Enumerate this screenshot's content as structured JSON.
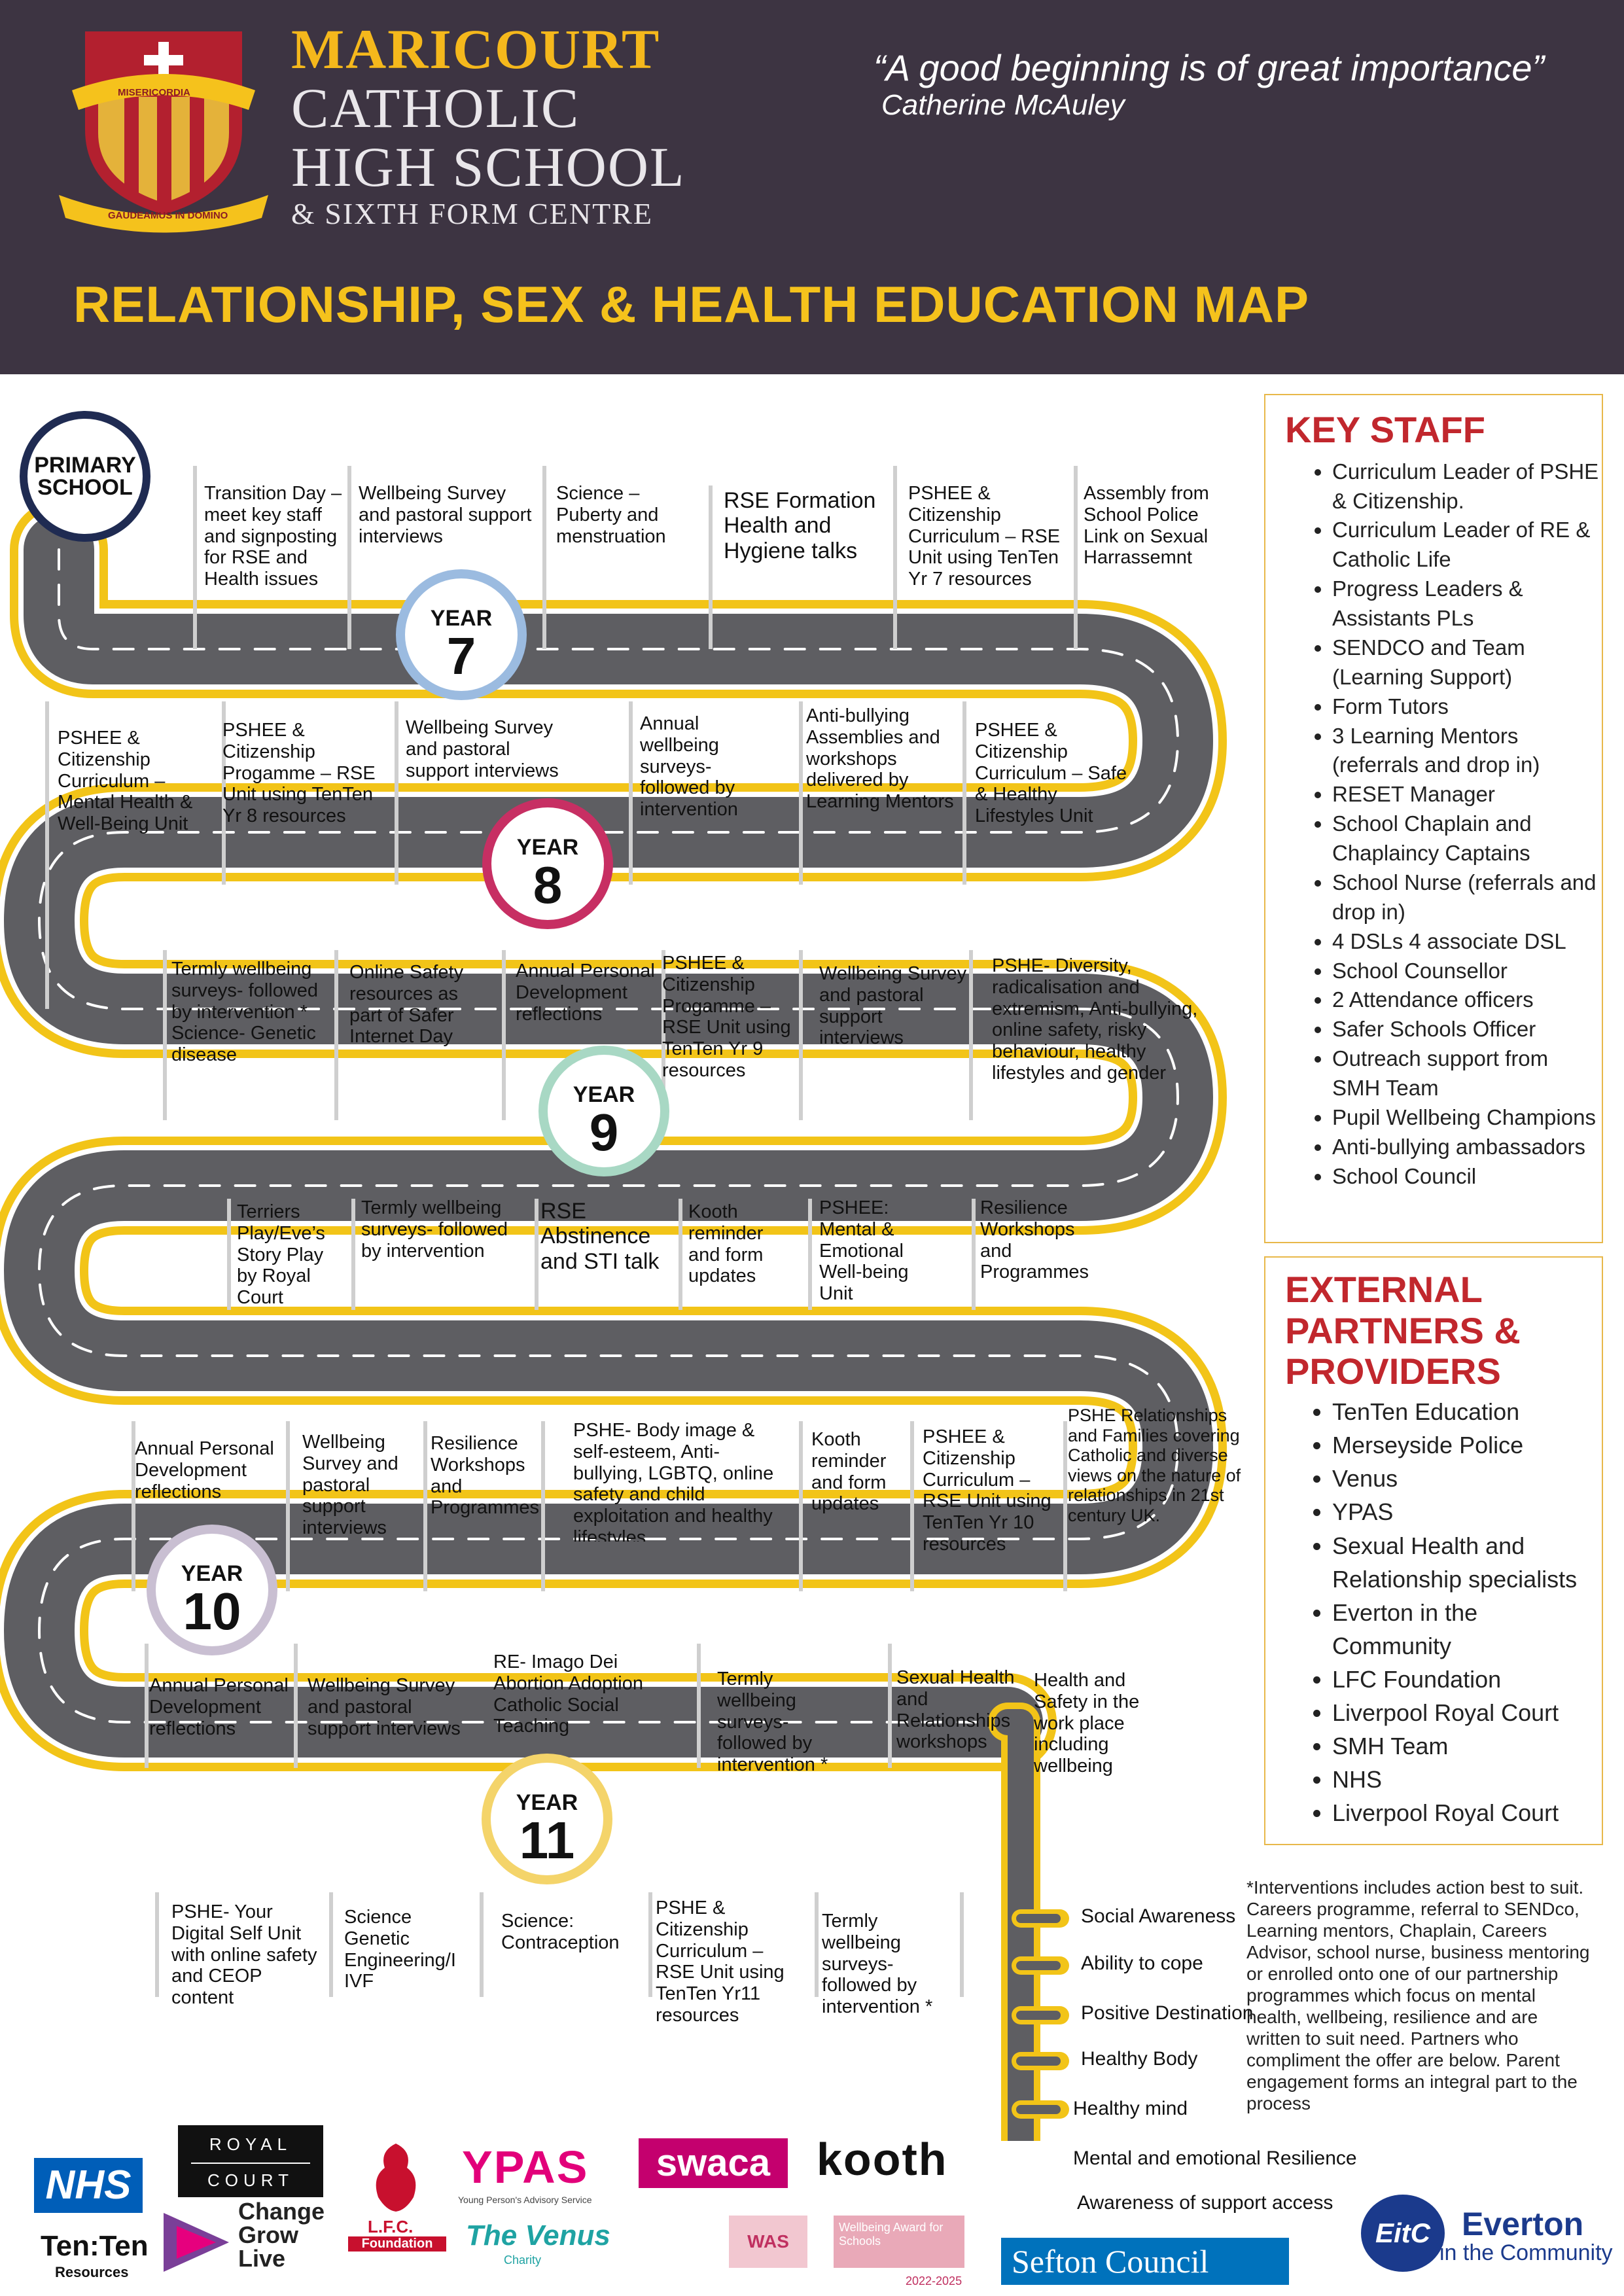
{
  "header": {
    "school_line1": "MARICOURT",
    "school_line2": "CATHOLIC",
    "school_line3": "HIGH SCHOOL",
    "school_line4": "& SIXTH FORM CENTRE",
    "crest_motto_top": "MISERICORDIA",
    "crest_motto_bottom": "GAUDEAMUS IN DOMINO",
    "quote": "“A good beginning is of great importance”",
    "quote_author": "Catherine McAuley",
    "title": "RELATIONSHIP, SEX & HEALTH EDUCATION MAP"
  },
  "colors": {
    "header_bg": "#3d3442",
    "title_yellow": "#f5c21c",
    "road_grey": "#5e5e62",
    "road_edge": "#f2c418",
    "heading_red": "#c1272d"
  },
  "start": {
    "label": "PRIMARY SCHOOL"
  },
  "years": [
    {
      "label": "YEAR",
      "number": "7",
      "color": "#9bbbe0"
    },
    {
      "label": "YEAR",
      "number": "8",
      "color": "#c72f63"
    },
    {
      "label": "YEAR",
      "number": "9",
      "color": "#a8d8c4"
    },
    {
      "label": "YEAR",
      "number": "10",
      "color": "#c9bfd2"
    },
    {
      "label": "YEAR",
      "number": "11",
      "color": "#f4d46a"
    }
  ],
  "y7": [
    "Transition Day – meet key staff and signposting for RSE and Health issues",
    "Wellbeing Survey and pastoral support interviews",
    "Science – Puberty and menstruation",
    "RSE Formation Health and Hygiene talks",
    "PSHEE & Citizenship Curriculum – RSE Unit using TenTen Yr 7 resources",
    "Assembly from School Police Link on Sexual Harrassemnt"
  ],
  "y8": [
    "PSHEE & Citizenship Curriculum – Mental Health & Well-Being Unit",
    "PSHEE & Citizenship Progamme – RSE Unit using TenTen Yr 8 resources",
    "Wellbeing Survey and pastoral support interviews",
    "Annual wellbeing surveys- followed by intervention",
    "Anti-bullying Assemblies and workshops delivered by Learning Mentors",
    "PSHEE & Citizenship Curriculum – Safe & Healthy Lifestyles Unit"
  ],
  "y9": [
    "Termly wellbeing surveys- followed by intervention * Science- Genetic disease",
    "Online Safety resources as part of Safer Internet Day",
    "Annual Personal Development reflections",
    "PSHEE & Citizenship Progamme – RSE Unit using TenTen Yr 9 resources",
    "Wellbeing Survey and pastoral support interviews",
    "PSHE- Diversity, radicalisation and extremism, Anti-bullying, online safety, risky behaviour, healthy lifestyles and gender"
  ],
  "y9b": [
    "Terriers Play/Eve’s Story Play by Royal Court",
    "Termly wellbeing surveys- followed by intervention",
    "RSE Abstinence and STI talk",
    "Kooth reminder and form updates",
    "PSHEE: Mental & Emotional Well-being Unit",
    "Resilience Workshops and Programmes"
  ],
  "y10": [
    "Annual Personal Development reflections",
    "Wellbeing Survey and pastoral support interviews",
    "Resilience Workshops and Programmes",
    "PSHE- Body image & self-esteem, Anti-bullying, LGBTQ, online safety and child exploitation and healthy lifestyles",
    "Kooth reminder and form updates",
    "PSHEE & Citizenship Curriculum – RSE Unit using TenTen Yr 10 resources",
    "PSHE Relationships and Families covering Catholic and diverse views on the nature of relationships in 21st century UK."
  ],
  "y11": [
    "Annual Personal Development reflections",
    "Wellbeing Survey and pastoral support interviews",
    "RE- Imago Dei Abortion Adoption Catholic Social Teaching",
    "Termly wellbeing surveys- followed by intervention *",
    "Sexual Health and Relationships workshops",
    "Health and Safety in the work place including wellbeing"
  ],
  "y11b": [
    "PSHE- Your Digital Self Unit with online safety and CEOP content",
    "Science Genetic Engineering/I IVF",
    "Science: Contraception",
    "PSHE & Citizenship Curriculum – RSE Unit using TenTen Yr11 resources",
    "Termly wellbeing surveys- followed by intervention *"
  ],
  "outcomes": [
    "Social Awareness",
    "Ability to cope",
    "Positive Destination",
    "Healthy Body",
    "Healthy mind",
    "Mental and emotional Resilience",
    "Awareness of support access"
  ],
  "key_staff": {
    "title": "KEY STAFF",
    "items": [
      "Curriculum Leader of PSHE & Citizenship.",
      "Curriculum Leader of RE & Catholic Life",
      "Progress Leaders & Assistants PLs",
      "SENDCO and Team (Learning Support)",
      "Form Tutors",
      "3 Learning Mentors (referrals and drop in)",
      "RESET Manager",
      "School Chaplain and Chaplaincy Captains",
      "School Nurse (referrals and drop in)",
      "4 DSLs 4 associate DSL",
      "School Counsellor",
      "2 Attendance officers",
      "Safer Schools Officer",
      "Outreach support from SMH Team",
      "Pupil Wellbeing Champions",
      "Anti-bullying ambassadors",
      "School Council"
    ]
  },
  "partners": {
    "title": "EXTERNAL PARTNERS & PROVIDERS",
    "items": [
      "TenTen Education",
      "Merseyside Police",
      "Venus",
      "YPAS",
      "Sexual Health and Relationship specialists",
      "Everton in the Community",
      "LFC Foundation",
      "Liverpool Royal Court",
      "SMH Team",
      "NHS",
      "Liverpool Royal Court"
    ]
  },
  "note": "*Interventions includes action best to suit. Careers programme, referral to SENDco, Learning mentors, Chaplain, Careers Advisor, school nurse, business mentoring or enrolled onto one of our partnership programmes which focus on mental health, wellbeing, resilience and are written to suit need. Partners who compliment the offer are below. Parent engagement forms an integral part to the process",
  "logos": {
    "nhs": "NHS",
    "tenten": "Ten:Ten",
    "tenten_sub": "Resources",
    "royal": "ROYAL",
    "court": "COURT",
    "change1": "Change",
    "change2": "Grow",
    "change3": "Live",
    "lfc": "L.F.C.",
    "lfc_sub": "Foundation",
    "ypas": "YPAS",
    "ypas_sub": "Young Person's Advisory Service",
    "venus": "The Venus",
    "venus_sub": "Charity",
    "swaca": "swaca",
    "kooth": "kooth",
    "was": "WAS",
    "was_sub": "Wellbeing Award for Schools",
    "was_years": "2022-2025",
    "sefton": "Sefton Council",
    "eitc": "EitC",
    "everton": "Everton",
    "everton_sub": "in the Community"
  }
}
